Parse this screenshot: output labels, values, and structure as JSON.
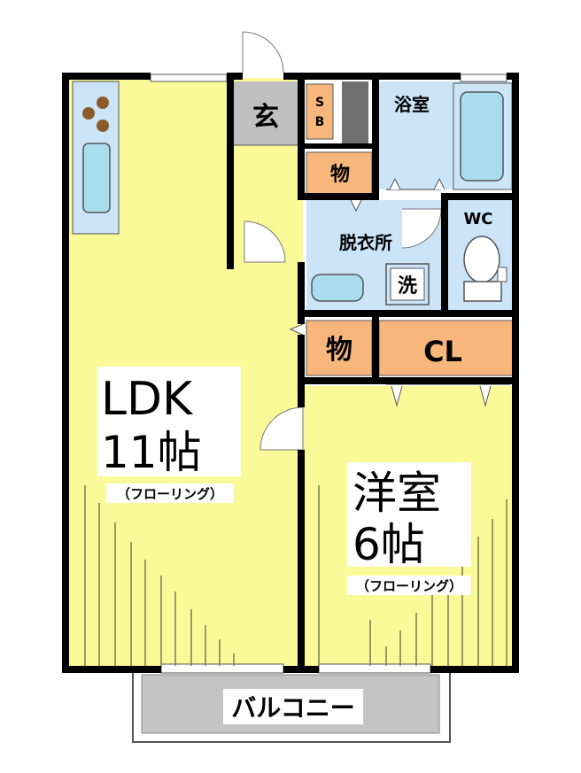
{
  "colors": {
    "ldk": "#fafa98",
    "bedroom": "#fafa98",
    "wet_area": "#cbe4f8",
    "storage": "#f7b77c",
    "entrance": "#c0c0c0",
    "balcony": "#c4c4c4",
    "wall": "#000000",
    "fixture": "#a9dcec"
  },
  "rooms": {
    "ldk": {
      "name": "LDK",
      "size": "11帖",
      "floor": "（フローリング）"
    },
    "bedroom": {
      "name": "洋室",
      "size": "6帖",
      "floor": "（フローリング）"
    },
    "entrance": {
      "label": "玄"
    },
    "shoe_box": {
      "label_top": "S",
      "label_bottom": "B"
    },
    "storage_upper": {
      "label": "物"
    },
    "storage_mid": {
      "label": "物"
    },
    "bathroom": {
      "label": "浴室"
    },
    "toilet": {
      "label": "WC"
    },
    "dressing": {
      "label": "脱衣所"
    },
    "washer": {
      "label": "洗"
    },
    "closet": {
      "label": "CL"
    },
    "balcony": {
      "label": "バルコニー"
    }
  }
}
